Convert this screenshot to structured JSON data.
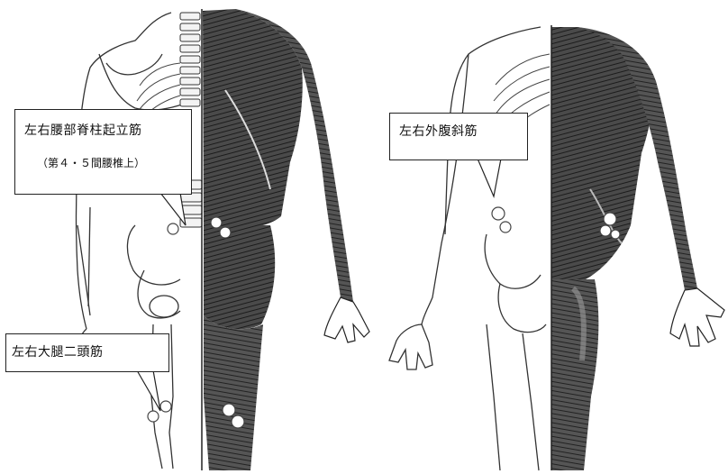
{
  "callouts": {
    "lumbar": {
      "title": "左右腰部脊柱起立筋",
      "subtitle": "（第４・５間腰椎上）"
    },
    "oblique": {
      "title": "左右外腹斜筋"
    },
    "biceps": {
      "title": "左右大腿二頭筋"
    }
  },
  "colors": {
    "muscle_dark": "#2a2a2a",
    "muscle_mid": "#6b6b6b",
    "bone_line": "#333333",
    "marker_fill": "#ffffff"
  },
  "figures": [
    "back-view-figure",
    "side-view-figure"
  ]
}
